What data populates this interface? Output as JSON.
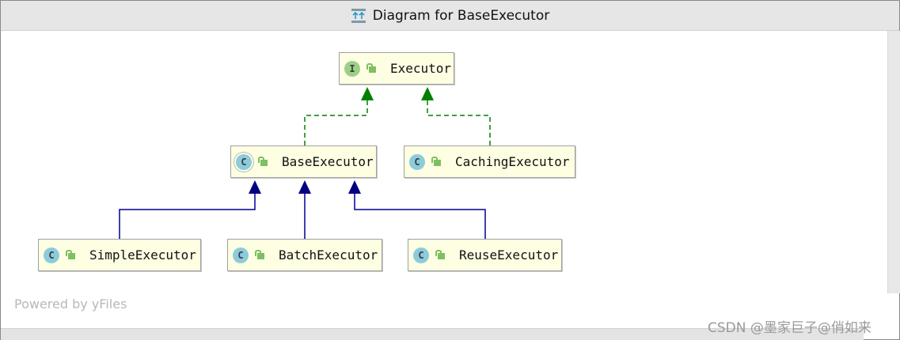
{
  "window": {
    "title": "Diagram for BaseExecutor",
    "title_icon": "diagram-icon"
  },
  "nodes": [
    {
      "id": "executor",
      "label": "Executor",
      "kind": "I",
      "kind_color": "#9cd088"
    },
    {
      "id": "base",
      "label": "BaseExecutor",
      "kind": "C",
      "abstract": true,
      "kind_color": "#8ccbdc"
    },
    {
      "id": "caching",
      "label": "CachingExecutor",
      "kind": "C",
      "kind_color": "#8ccbdc"
    },
    {
      "id": "simple",
      "label": "SimpleExecutor",
      "kind": "C",
      "kind_color": "#8ccbdc"
    },
    {
      "id": "batch",
      "label": "BatchExecutor",
      "kind": "C",
      "kind_color": "#8ccbdc"
    },
    {
      "id": "reuse",
      "label": "ReuseExecutor",
      "kind": "C",
      "kind_color": "#8ccbdc"
    }
  ],
  "edges": [
    {
      "from": "base",
      "to": "executor",
      "type": "implements",
      "color": "#008000"
    },
    {
      "from": "caching",
      "to": "executor",
      "type": "implements",
      "color": "#008000"
    },
    {
      "from": "simple",
      "to": "base",
      "type": "extends",
      "color": "#000080"
    },
    {
      "from": "batch",
      "to": "base",
      "type": "extends",
      "color": "#000080"
    },
    {
      "from": "reuse",
      "to": "base",
      "type": "extends",
      "color": "#000080"
    }
  ],
  "footer": {
    "powered": "Powered by yFiles"
  },
  "watermark": "CSDN @墨家巨子@俏如来"
}
